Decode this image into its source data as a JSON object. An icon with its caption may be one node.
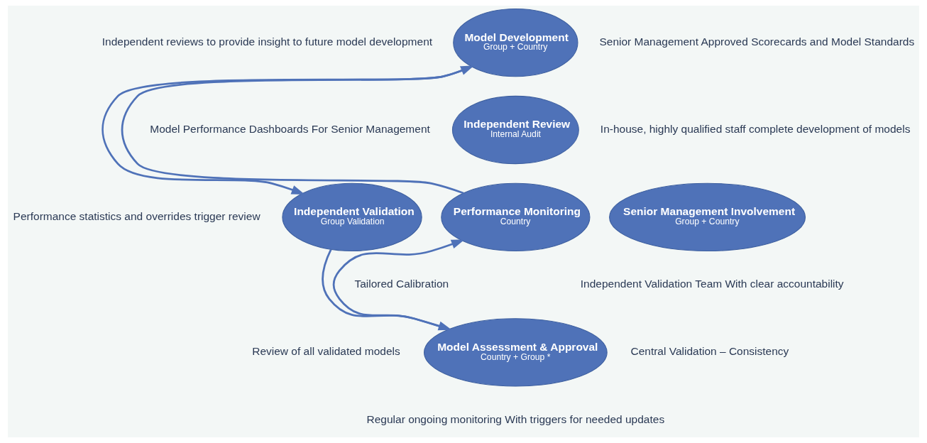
{
  "diagram": {
    "nodes": [
      {
        "text": [
          "Model Development",
          "Group + Country"
        ]
      },
      {
        "text": [
          "Independent Validation",
          "Group Validation"
        ]
      },
      {
        "text": [
          "Model Assessment & Approval",
          "Country + Group *"
        ]
      },
      {
        "text": [
          "Performance Monitoring",
          "Country"
        ]
      },
      {
        "text": [
          "Independent Review",
          "Internal Audit"
        ]
      },
      {
        "text": [
          "Senior Management Involvement",
          "Group + Country"
        ]
      }
    ],
    "edges": [
      {
        "from": 0,
        "to": 1,
        "arrow": "to"
      },
      {
        "from": 1,
        "to": 2,
        "arrow": "to"
      },
      {
        "from": 2,
        "to": 3,
        "arrow": "to"
      },
      {
        "from": 3,
        "to": 0,
        "arrow": "to"
      }
    ],
    "labels": [
      "Independent reviews to provide insight to future model development",
      "Senior Management Approved Scorecards and Model Standards",
      "Model Performance Dashboards For Senior Management",
      "In-house, highly qualified staff complete development of models",
      "Performance statistics and overrides trigger review",
      "Independent Validation Team With clear accountability",
      "Tailored Calibration",
      "Central Validation – Consistency",
      "Review of all validated models",
      "Regular ongoing monitoring With triggers for needed updates"
    ]
  }
}
